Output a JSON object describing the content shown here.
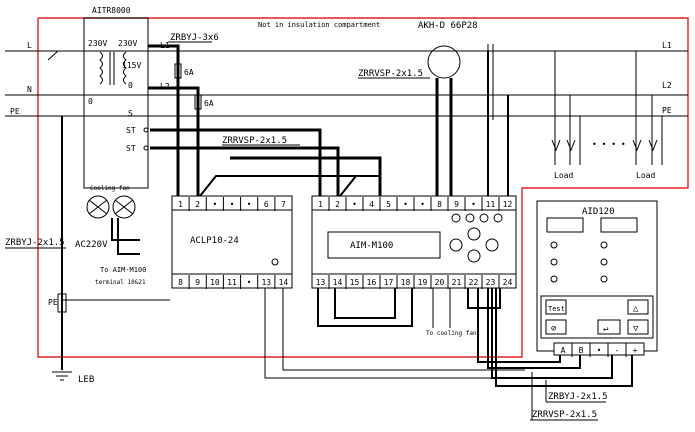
{
  "panel": {
    "title": "Not in insulation compartment",
    "border_color": "#e02020"
  },
  "lines": {
    "l": "L",
    "n": "N",
    "pe": "PE",
    "l1": "L1",
    "l2": "L2",
    "pe_right": "PE"
  },
  "transformer": {
    "name": "AITR8000",
    "primary_left": "230V",
    "primary_right": "230V",
    "tap_115": "115V",
    "tap_0_right": "0",
    "tap_0_left": "0",
    "l1": "L1",
    "l2": "L2",
    "s": "S",
    "st1": "ST",
    "st2": "ST"
  },
  "cables": {
    "zrbyj_3x6": "ZRBYJ-3x6",
    "zrrvsp_top": "ZRRVSP-2x1.5",
    "zrrvsp_mid": "ZRRVSP-2x1.5",
    "zrbyj_left": "ZRBYJ-2x1.5",
    "zrbyj_bottom": "ZRBYJ-2x1.5",
    "zrrvsp_bottom": "ZRRVSP-2x1.5"
  },
  "fuses": {
    "f1": "6A",
    "f2": "6A"
  },
  "sensor": {
    "name": "AKH-D 66P28"
  },
  "fans": {
    "label": "Cooling fan",
    "ac": "AC220V",
    "term_label_1": "To AIM-M100",
    "term_label_2": "terminal 10&21"
  },
  "earth": {
    "pe": "PE",
    "leb": "LEB"
  },
  "aclp": {
    "name": "ACLP10-24",
    "top_terminals": [
      "1",
      "2",
      "•",
      "•",
      "•",
      "6",
      "7"
    ],
    "bottom_terminals": [
      "8",
      "9",
      "10",
      "11",
      "•",
      "13",
      "14"
    ]
  },
  "aim": {
    "name": "AIM-M100",
    "top_terminals": [
      "1",
      "2",
      "•",
      "4",
      "5",
      "•",
      "•",
      "8",
      "9",
      "•",
      "11",
      "12"
    ],
    "bottom_terminals": [
      "13",
      "14",
      "15",
      "16",
      "17",
      "18",
      "19",
      "20",
      "21",
      "22",
      "23",
      "24"
    ],
    "fan_note": "To cooling fan"
  },
  "aid": {
    "name": "AID120",
    "terminals": [
      "A",
      "B",
      "•",
      "-",
      "+"
    ],
    "btn_test": "Test",
    "btn_mute": "⊘",
    "btn_enter": "↵",
    "btn_up": "△",
    "btn_down": "▽"
  },
  "loads": {
    "left": "Load",
    "right": "Load",
    "dots": "• • • •"
  }
}
